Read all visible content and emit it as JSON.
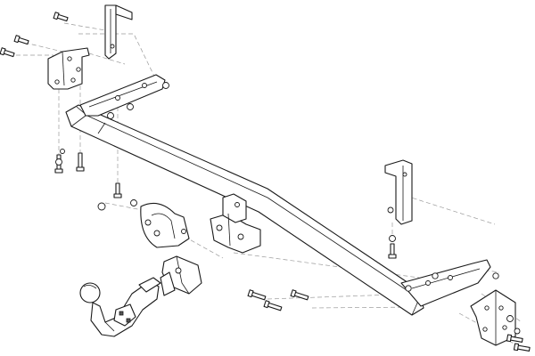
{
  "diagram": {
    "type": "exploded-assembly",
    "colors": {
      "line": "#1a1a1a",
      "guide": "#9a9a9a",
      "background": "#ffffff"
    },
    "parts": [
      "tow-bar-crossbeam",
      "left-upper-bracket",
      "left-side-plate",
      "right-upper-bracket",
      "right-side-plate",
      "center-hitch-plate",
      "tow-ball-neck",
      "electrical-socket-mount",
      "locking-clamp",
      "bolt",
      "nut",
      "washer"
    ]
  }
}
